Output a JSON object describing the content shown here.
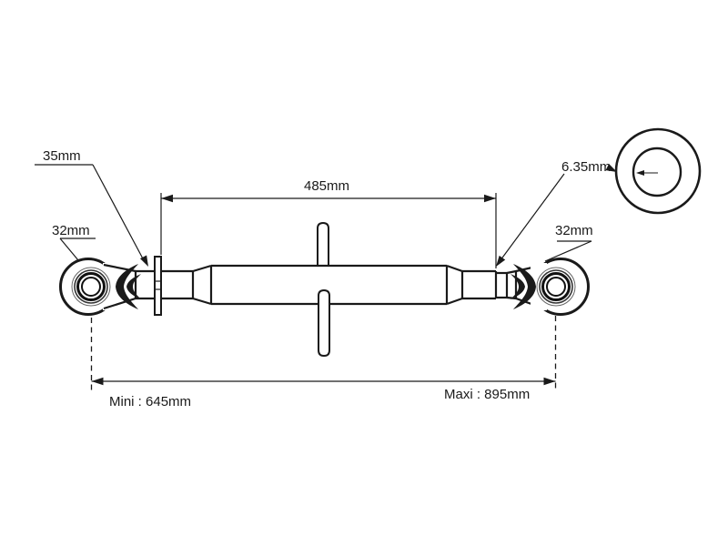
{
  "labels": {
    "yoke_width": "35mm",
    "left_ball_diameter": "32mm",
    "right_ball_diameter": "32mm",
    "tube_length": "485mm",
    "bore_detail": "6.35mm",
    "min_length": "Mini : 645mm",
    "max_length": "Maxi : 895mm"
  },
  "colors": {
    "line": "#1a1a1a",
    "background": "#ffffff"
  }
}
